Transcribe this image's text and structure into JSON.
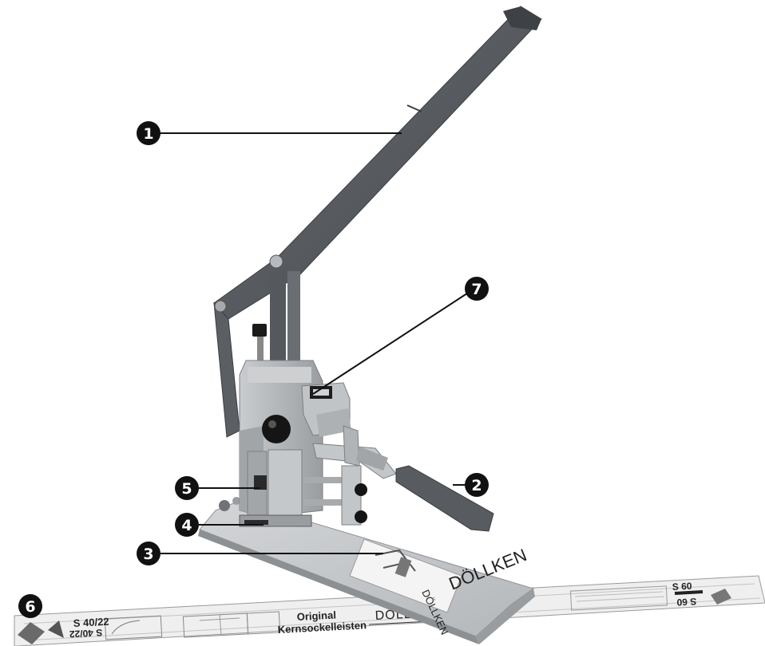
{
  "callouts": [
    {
      "id": "1",
      "label": "1",
      "part": "lever-handle"
    },
    {
      "id": "2",
      "label": "2",
      "part": "clamp-handle"
    },
    {
      "id": "3",
      "label": "3",
      "part": "base-plate"
    },
    {
      "id": "4",
      "label": "4",
      "part": "cutting-die"
    },
    {
      "id": "5",
      "label": "5",
      "part": "cutter-block"
    },
    {
      "id": "6",
      "label": "6",
      "part": "gauge-ruler"
    },
    {
      "id": "7",
      "label": "7",
      "part": "stop-bracket"
    }
  ],
  "ruler": {
    "left_code_top": "S 40/22",
    "left_code_bottom": "S 40/22",
    "title_line1": "Original",
    "title_line2": "Kernsockelleisten",
    "brand": "DÖLLKEN",
    "right_code_top": "S 60",
    "right_code_bottom": "S 60"
  },
  "base_brand": "DÖLLKEN",
  "colors": {
    "callout_fill": "#111111",
    "lever": "#55585c",
    "metal": "#b9bcbf",
    "metal_dark": "#8a8d90",
    "ruler": "#eeeeee"
  }
}
